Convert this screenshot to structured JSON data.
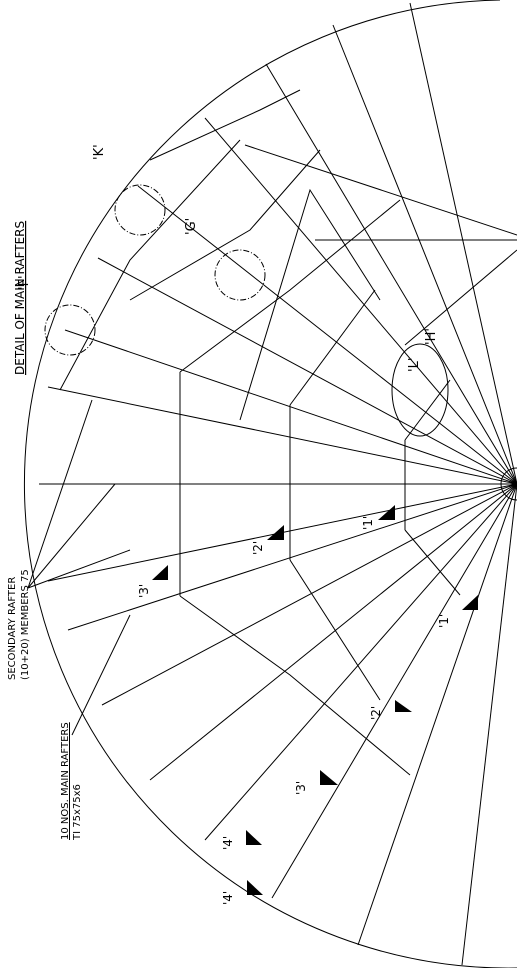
{
  "labels": {
    "detail_title": "DETAIL OF MAIN RAFTERS",
    "secondary_rafter_line1": "SECONDARY RAFTER",
    "secondary_rafter_line2": "(10+20) MEMBERS 75",
    "main_rafters_line1": "10 NOS. MAIN RAFTERS",
    "main_rafters_line2": "TI 75x75x6"
  },
  "detail_callouts": [
    "'K'",
    "'G'",
    "'F'",
    "'H'",
    "'L'"
  ],
  "member_marks": [
    "'1'",
    "'2'",
    "'3'",
    "'1'",
    "'2'",
    "'3'",
    "'4'",
    "'4'"
  ]
}
